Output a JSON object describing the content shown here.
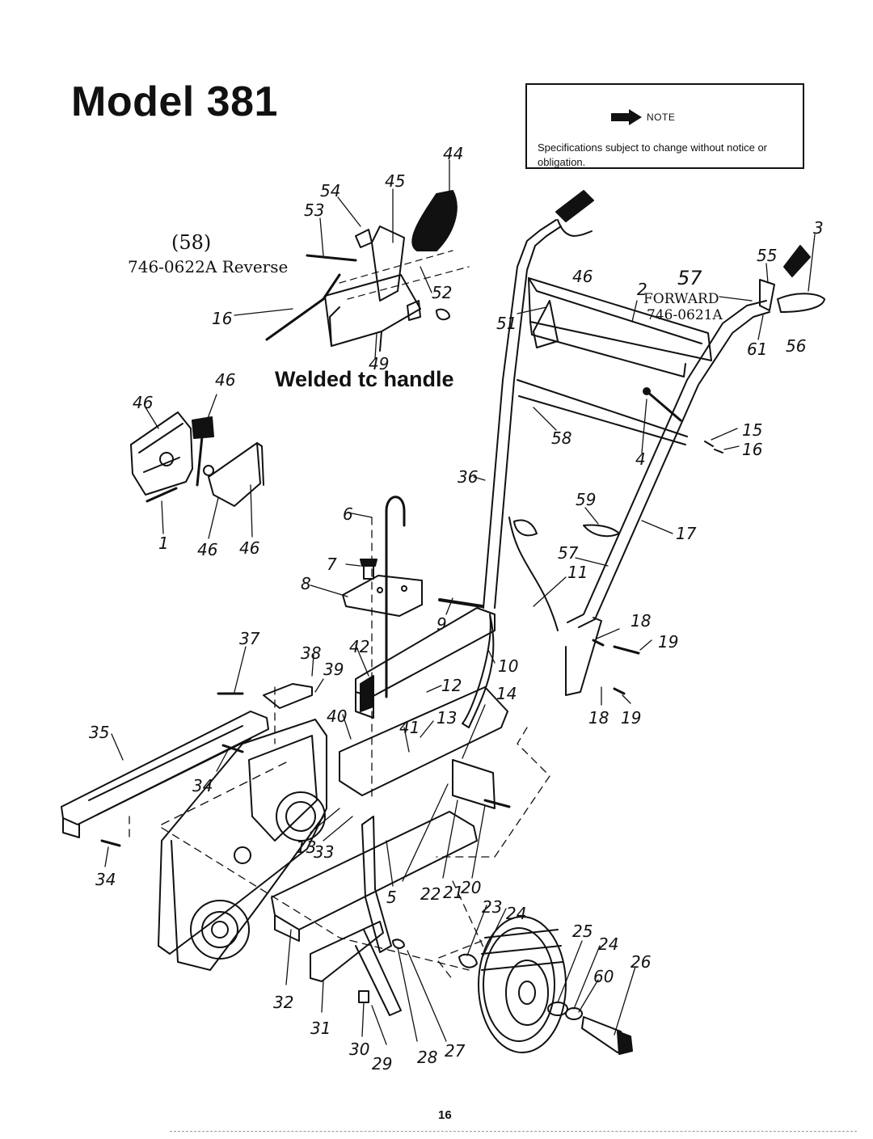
{
  "page": {
    "title": "Model 381",
    "page_number": "16"
  },
  "note": {
    "label": "NOTE",
    "text": "Specifications subject to change without notice or obligation."
  },
  "annotations": {
    "welded": "Welded tc handle",
    "reverse_ref": "(58)",
    "reverse_part": "746-0622A Reverse",
    "forward_part_number": "746-0621A",
    "forward_label": "Forward"
  },
  "callouts": {
    "c44": "44",
    "c45": "45",
    "c54": "54",
    "c53": "53",
    "c52": "52",
    "c16a": "16",
    "c49": "49",
    "c46a": "46",
    "c46b": "46",
    "c46c": "46",
    "c46d": "46",
    "c46e": "46",
    "c1": "1",
    "c3": "3",
    "c55": "55",
    "c57a": "57",
    "c2": "2",
    "c51": "51",
    "c61": "61",
    "c56": "56",
    "c15": "15",
    "c16b": "16",
    "c58": "58",
    "c4": "4",
    "c36": "36",
    "c59": "59",
    "c17": "17",
    "c6": "6",
    "c57b": "57",
    "c11": "11",
    "c7": "7",
    "c8": "8",
    "c9": "9",
    "c18a": "18",
    "c19a": "19",
    "c37": "37",
    "c38": "38",
    "c42": "42",
    "c39": "39",
    "c10": "10",
    "c12": "12",
    "c14": "14",
    "c18b": "18",
    "c19b": "19",
    "c40": "40",
    "c41": "41",
    "c13a": "13",
    "c35": "35",
    "c34a": "34",
    "c34b": "34",
    "c13b": "13",
    "c33": "33",
    "c5": "5",
    "c22": "22",
    "c21": "21",
    "c20": "20",
    "c23": "23",
    "c24a": "24",
    "c25": "25",
    "c24b": "24",
    "c26": "26",
    "c60": "60",
    "c32": "32",
    "c31": "31",
    "c30": "30",
    "c29": "29",
    "c28": "28",
    "c27": "27"
  }
}
